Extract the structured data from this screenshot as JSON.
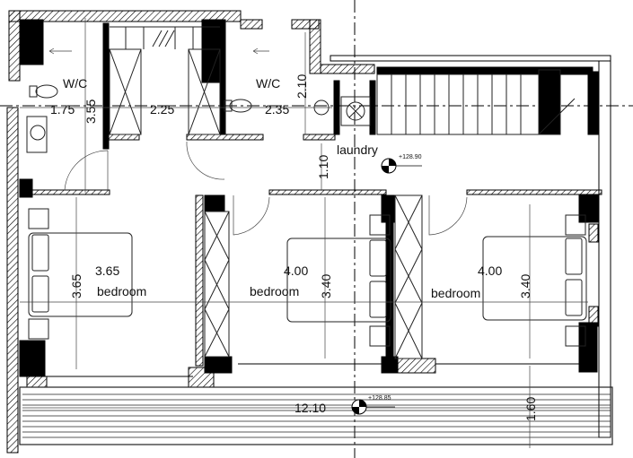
{
  "rooms": {
    "wc_left": "W/C",
    "wc_right": "W/C",
    "laundry": "laundry",
    "bedroom_1": "bedroom",
    "bedroom_2": "bedroom",
    "bedroom_3": "bedroom"
  },
  "dimensions": {
    "wc_left_width": "1.75",
    "wc_left_depth": "3.55",
    "corridor_width": "2.25",
    "wc_right_width": "2.35",
    "wc_right_depth": "2.10",
    "laundry_depth": "1.10",
    "bedroom_1_width": "3.65",
    "bedroom_1_depth": "3.65",
    "bedroom_2_width": "4.00",
    "bedroom_2_depth": "3.40",
    "bedroom_3_width": "4.00",
    "bedroom_3_depth": "3.40",
    "balcony_length": "12.10",
    "balcony_depth": "1.60"
  },
  "levels": {
    "floor": "+128.90",
    "balcony": "+128.85"
  },
  "icons": [
    "level-marker-icon",
    "toilet-icon",
    "washbasin-icon",
    "washing-machine-icon",
    "bed-icon",
    "door-swing-icon",
    "wardrobe-icon",
    "stair-icon"
  ],
  "colors": {
    "line": "#000000",
    "background": "#ffffff"
  }
}
